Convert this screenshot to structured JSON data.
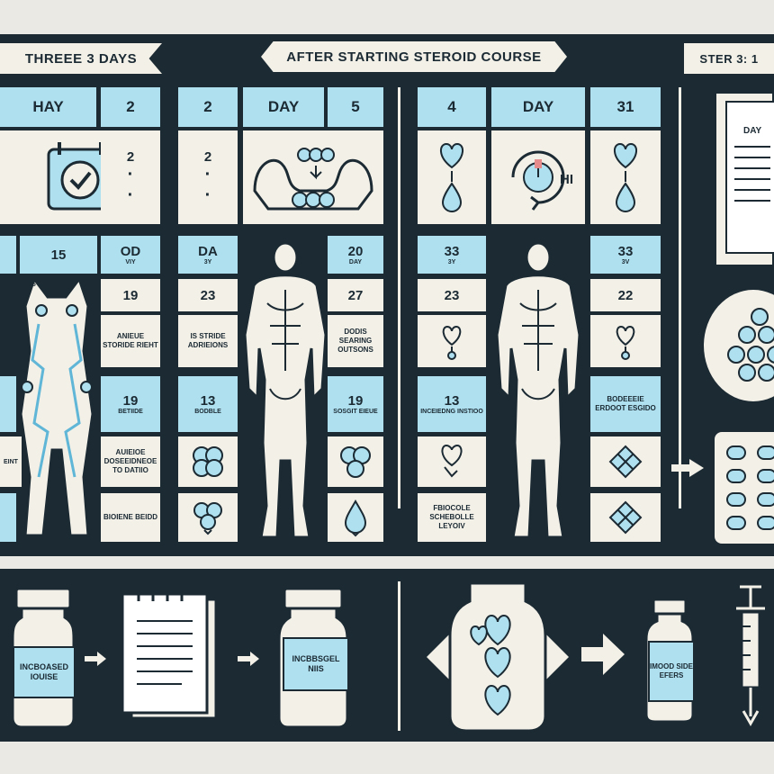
{
  "banner": {
    "left": "THREEE 3 DAYS",
    "center": "AFTER STARTING STEROID COURSE",
    "right": "STER 3: 1"
  },
  "panel_left": {
    "header": [
      "HAY",
      "2",
      "2",
      "DAY",
      "5"
    ],
    "row2": [
      "2",
      "2"
    ],
    "row3": [
      "15",
      "OD",
      "DA",
      "20"
    ],
    "row3_sub": [
      "VIY",
      "3Y",
      "DAY"
    ],
    "row4": [
      "19",
      "23",
      "27"
    ],
    "row5": [
      "ANIEUE STORIDE RIEHT",
      "IS STRIDE ADRIEIONS",
      "DODIS SEARING OUTSONS"
    ],
    "row6": [
      "19",
      "13",
      "19"
    ],
    "row6_sub": [
      "BETIIDE",
      "BODBLE",
      "SOSGIT EIEUE"
    ],
    "row7": [
      "EINT",
      "AUIEIOE DOSEEIDNEOE TO DATIIO"
    ],
    "row8": [
      "BIOIENE BEIDD"
    ]
  },
  "panel_right": {
    "header": [
      "4",
      "DAY",
      "31"
    ],
    "hi_label": "HI",
    "row3": [
      "33",
      "33"
    ],
    "row3_sub": [
      "3Y",
      "3V"
    ],
    "row4": [
      "23",
      "22"
    ],
    "row6": [
      "13",
      "INCEIEDNG INSTIOO"
    ],
    "row6_right": "BODEEEIE ERDOOT ESGIDO",
    "row8": "FBIOCOLE SCHEBOLLE LEYOIV"
  },
  "side": {
    "notepad": "DAY"
  },
  "bottom": {
    "vial1": "INCBOASED IOUISE",
    "vial2": "INCBBSGEL NIIS",
    "vial3": "IMOOD SIDE EFERS"
  },
  "colors": {
    "navy": "#1c2a33",
    "light_blue": "#aee0f0",
    "cream": "#f3f0e8"
  }
}
